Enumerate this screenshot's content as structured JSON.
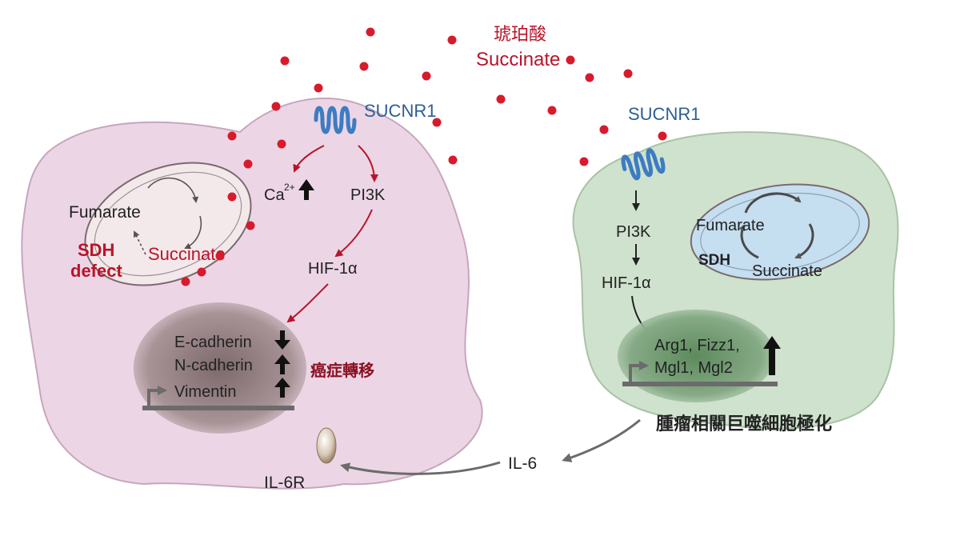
{
  "colors": {
    "cancer_cell": "#ecd6e6",
    "macrophage": "#cfe2cd",
    "succinate_dot": "#d81b2c",
    "red_arrow": "#b8142a",
    "receptor": "#3d7cc2",
    "nucleus": "#8e7c80"
  },
  "top": {
    "title_cjk": "琥珀酸",
    "title_en": "Succinate"
  },
  "cancer_cell": {
    "receptor_label": "SUCNR1",
    "calcium_label": "Ca",
    "calcium_superscript": "2+",
    "pi3k_label": "PI3K",
    "hif_label": "HIF-1α",
    "mito": {
      "fumarate": "Fumarate",
      "succinate": "Succinate",
      "sdh": "SDH",
      "defect": "defect"
    },
    "genes": [
      {
        "name": "E-cadherin",
        "direction": "down"
      },
      {
        "name": "N-cadherin",
        "direction": "up"
      },
      {
        "name": "Vimentin",
        "direction": "up"
      }
    ],
    "outcome": "癌症轉移",
    "il6r_label": "IL-6R"
  },
  "macrophage": {
    "receptor_label": "SUCNR1",
    "pi3k_label": "PI3K",
    "hif_label": "HIF-1α",
    "mito": {
      "fumarate": "Fumarate",
      "succinate": "Succinate",
      "sdh": "SDH"
    },
    "genes_line1": "Arg1, Fizz1,",
    "genes_line2": "Mgl1, Mgl2",
    "outcome": "腫瘤相關巨噬細胞極化",
    "il6_label": "IL-6"
  }
}
